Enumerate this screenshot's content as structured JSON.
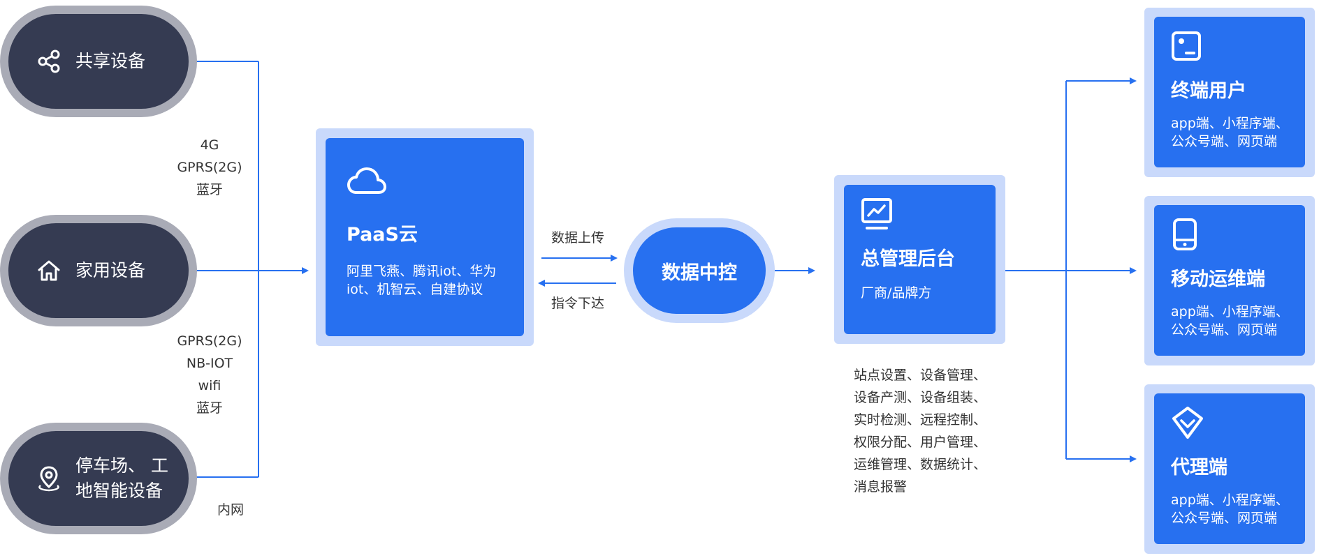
{
  "devices": [
    {
      "label": "共享设备",
      "icon": "share-icon"
    },
    {
      "label": "家用设备",
      "icon": "home-icon"
    },
    {
      "label": "停车场、 工地智能设备",
      "icon": "location-pin-icon"
    }
  ],
  "protocols": {
    "upper": [
      "4G",
      "GPRS(2G)",
      "蓝牙"
    ],
    "lower": [
      "GPRS(2G)",
      "NB-IOT",
      "wifi",
      "蓝牙"
    ],
    "intranet": "内网"
  },
  "paas": {
    "title": "PaaS云",
    "desc_line1": "阿里飞燕、腾讯iot、华为",
    "desc_line2": "iot、机智云、自建协议",
    "icon": "cloud-icon"
  },
  "flow": {
    "upload": "数据上传",
    "download": "指令下达"
  },
  "hub": {
    "label": "数据中控"
  },
  "admin": {
    "title": "总管理后台",
    "desc": "厂商/品牌方",
    "icon": "monitor-chart-icon",
    "features": [
      "站点设置、设备管理、",
      "设备产测、设备组装、",
      "实时检测、远程控制、",
      "权限分配、用户管理、",
      "运维管理、数据统计、",
      "消息报警"
    ]
  },
  "clients": [
    {
      "title": "终端用户",
      "line1": "app端、小程序端、",
      "line2": "公众号端、网页端",
      "icon": "terminal-icon"
    },
    {
      "title": "移动运维端",
      "line1": "app端、小程序端、",
      "line2": "公众号端、网页端",
      "icon": "mobile-icon"
    },
    {
      "title": "代理端",
      "line1": "app端、小程序端、",
      "line2": "公众号端、网页端",
      "icon": "diamond-badge-icon"
    }
  ],
  "colors": {
    "device_dark": "#353b52",
    "device_ring": "#a9abb6",
    "primary_blue": "#2770f0",
    "light_blue": "#c9d9fb",
    "line_blue": "#2770f0"
  }
}
